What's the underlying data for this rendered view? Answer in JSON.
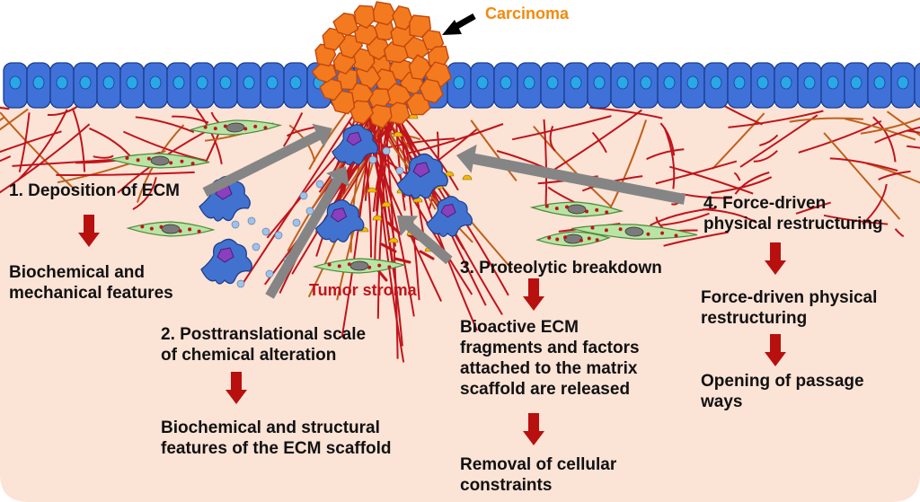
{
  "colors": {
    "stroma_fill": "#fbe3d6",
    "epithelium": "#3f71d9",
    "epithelium_nucleus": "#29a8e8",
    "carcinoma": "#f47a1f",
    "carcinoma_edge": "#c1470b",
    "fiber_red": "#c0141b",
    "fiber_brown": "#c0601c",
    "fibroblast": "#b9e4a4",
    "fibroblast_nucleus": "#7b7b7b",
    "macrophage": "#4272cf",
    "macrophage_nucleus": "#8a3fbf",
    "vesicle": "#9cc3ef",
    "fragment": "#f5b800",
    "arrow_gray": "#858585",
    "arrow_red": "#b80f0f",
    "pointer_black": "#000000",
    "carcinoma_label": "#f28a0c",
    "stroma_label": "#c0141b"
  },
  "icons": [
    "carcinoma-cluster-icon",
    "epithelial-cell-icon",
    "fibroblast-icon",
    "macrophage-icon",
    "ecm-fiber-icon",
    "vesicle-icon",
    "ecm-fragment-icon",
    "down-arrow-icon",
    "gray-arrow-icon",
    "black-pointer-arrow-icon"
  ],
  "labels": {
    "carcinoma": "Carcinoma",
    "tumor_stroma": "Tumor stroma"
  },
  "steps": {
    "deposition": {
      "title": "1. Deposition of ECM",
      "result": [
        "Biochemical and",
        "mechanical features"
      ]
    },
    "posttranslational": {
      "title": [
        "2. Posttranslational scale",
        "of chemical alteration"
      ],
      "result": [
        "Biochemical and structural",
        "features of the ECM scaffold"
      ]
    },
    "proteolytic": {
      "title": "3. Proteolytic breakdown",
      "result": [
        "Bioactive ECM",
        "fragments and factors",
        "attached to the matrix",
        "scaffold are released"
      ],
      "result2": [
        "Removal of cellular",
        "constraints"
      ]
    },
    "force": {
      "title": [
        "4. Force-driven",
        "physical restructuring"
      ],
      "result": [
        "Force-driven physical",
        "restructuring"
      ],
      "result2": [
        "Opening of passage",
        "ways"
      ]
    }
  }
}
